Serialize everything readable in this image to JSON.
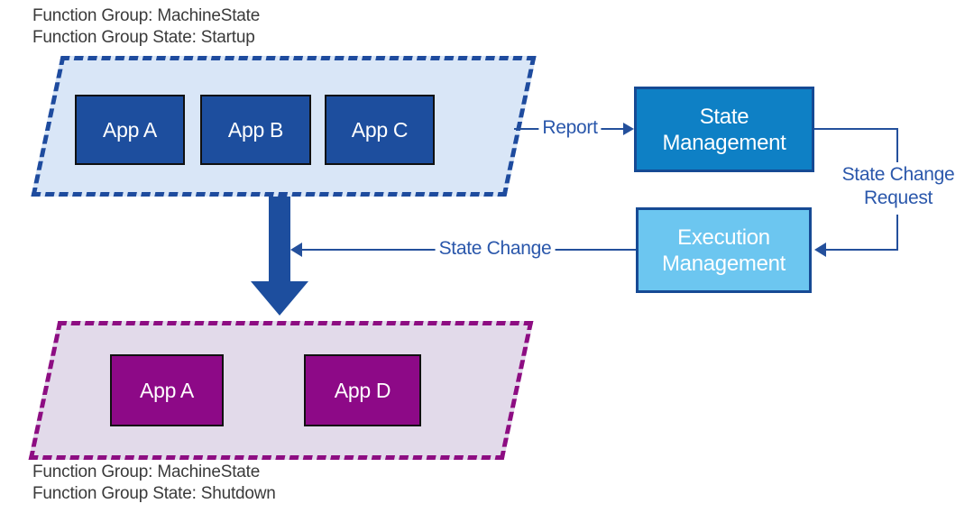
{
  "top_group": {
    "title_line1": "Function Group: MachineState",
    "title_line2": "Function Group State: Startup",
    "apps": [
      "App A",
      "App B",
      "App C"
    ]
  },
  "bottom_group": {
    "title_line1": "Function Group: MachineState",
    "title_line2": "Function Group State: Shutdown",
    "apps": [
      "App A",
      "App D"
    ]
  },
  "nodes": {
    "state_management": "State Management",
    "execution_management": "Execution Management"
  },
  "labels": {
    "report": "Report",
    "state_change_request": "State Change Request",
    "state_change": "State Change"
  },
  "colors": {
    "app_dark_blue": "#1d4e9e",
    "state_management_blue": "#0e80c5",
    "execution_management_blue": "#6cc6f0",
    "top_group_fill": "#d9e6f7",
    "top_group_dash": "#1e4b9e",
    "bottom_group_fill": "#e2daea",
    "bottom_group_dash": "#8d0d82",
    "app_magenta": "#8d0987",
    "connector_blue": "#24509c",
    "label_blue": "#2a57ab",
    "title_gray": "#3a3a3a"
  }
}
